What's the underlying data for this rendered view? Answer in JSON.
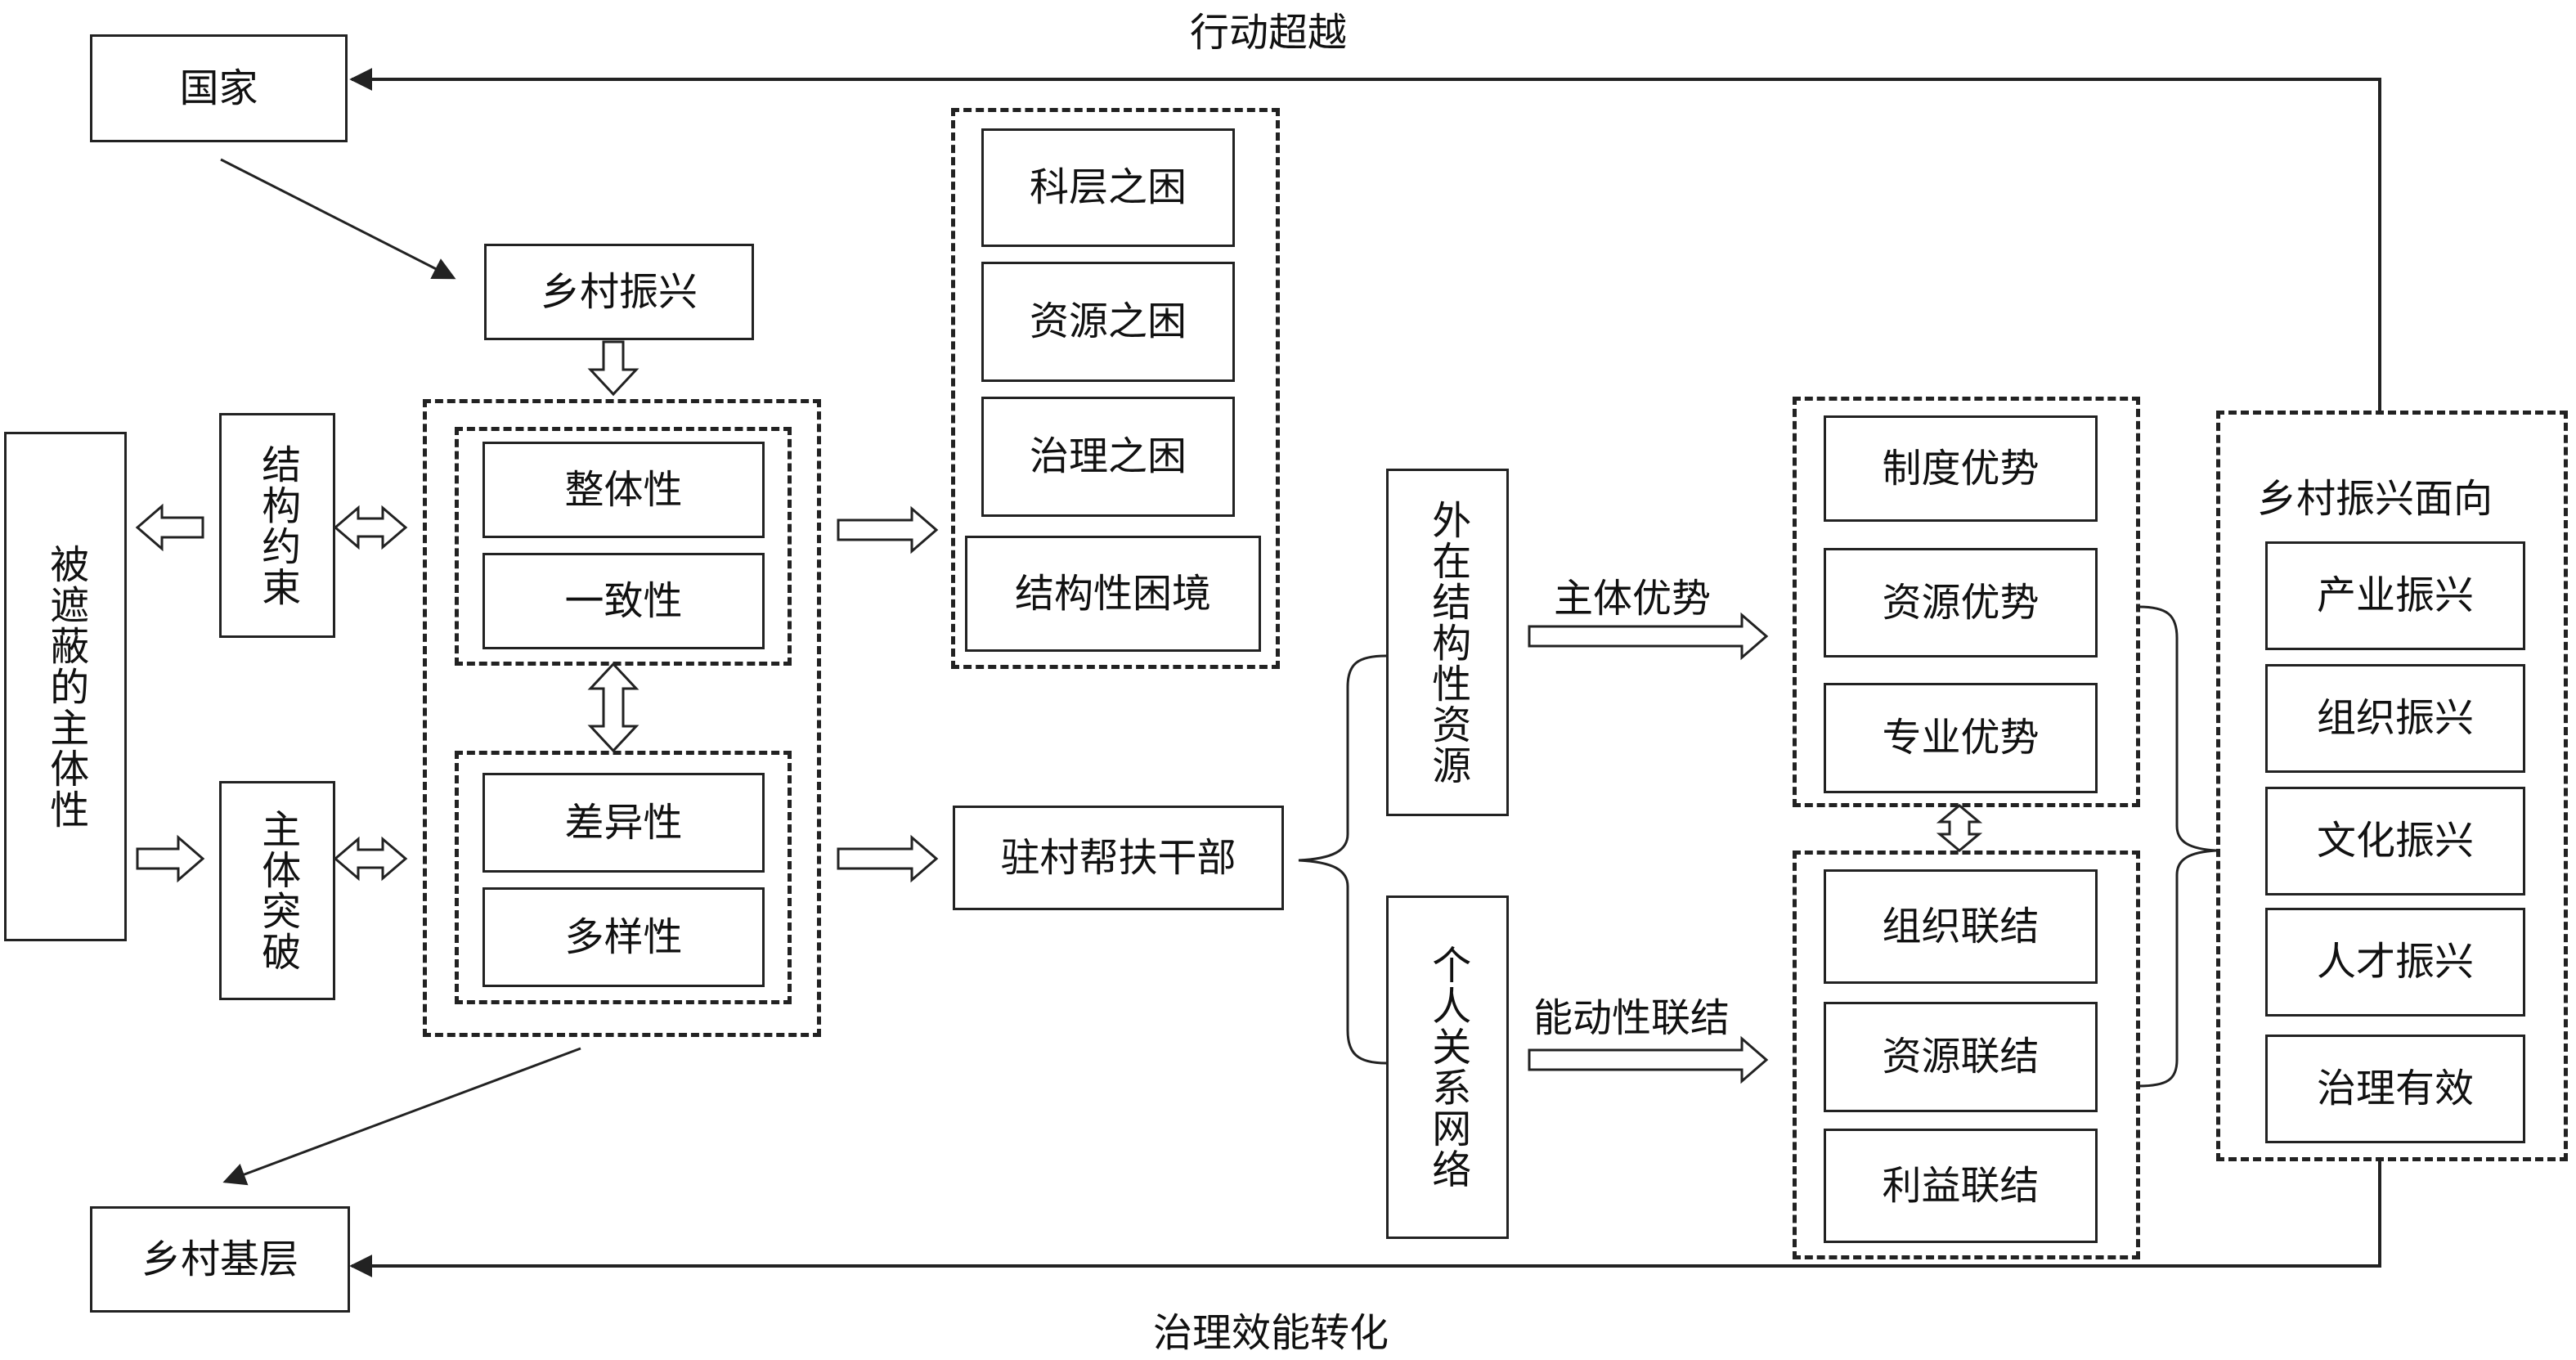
{
  "nodes": {
    "guojia": "国家",
    "xiangcun_zhenxing": "乡村振兴",
    "xiangcun_jiceng": "乡村基层",
    "bei_zhebi": "被遮蔽的主体性",
    "jiegou_yueshu": "结构约束",
    "zhuti_tupo": "主体突破",
    "zhengtixing": "整体性",
    "yizhixing": "一致性",
    "chayixing": "差异性",
    "duoyangxing": "多样性",
    "kecengzhikun": "科层之困",
    "ziyuanzhikun": "资源之困",
    "zhilizhikun": "治理之困",
    "jiegouxing_kunjing": "结构性困境",
    "zhucun_ganbu": "驻村帮扶干部",
    "waizai_ziyuan": "外在结构性资源",
    "geren_wangluo": "个人关系网络",
    "zhidu_youshi": "制度优势",
    "ziyuan_youshi": "资源优势",
    "zhuanye_youshi": "专业优势",
    "zuzhi_lianjie": "组织联结",
    "ziyuan_lianjie": "资源联结",
    "liyi_lianjie": "利益联结",
    "mianxiang_title": "乡村振兴面向",
    "chanye": "产业振兴",
    "zuzhi": "组织振兴",
    "wenhua": "文化振兴",
    "rencai": "人才振兴",
    "zhili_youxiao": "治理有效"
  },
  "edge_labels": {
    "xingdong_chaoyue": "行动超越",
    "zhili_xiaoneng": "治理效能转化",
    "zhuti_youshi": "主体优势",
    "nengdongxing_lianjie": "能动性联结"
  }
}
